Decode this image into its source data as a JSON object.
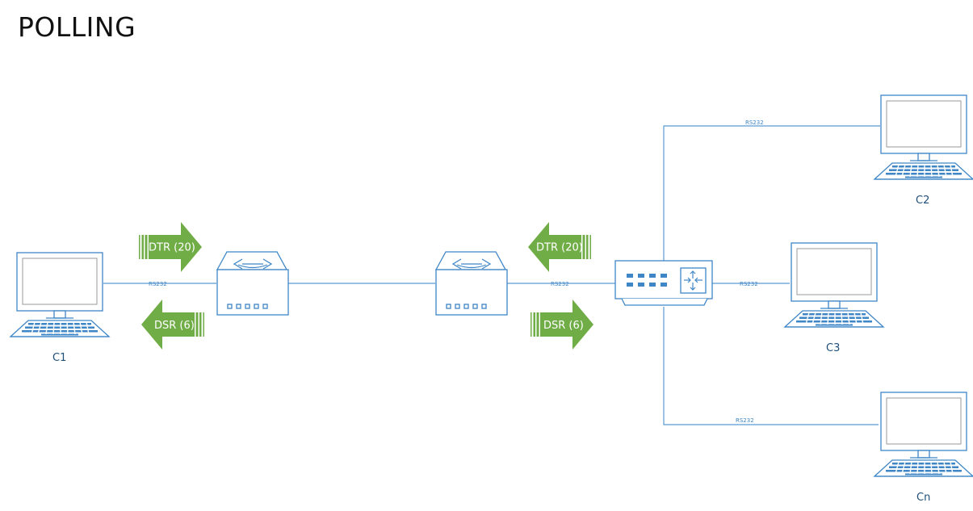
{
  "title": "POLLING",
  "colors": {
    "line": "#5b9bd5",
    "device": "#3f86c6",
    "arrow": "#70ad47",
    "text": "#1f4e79"
  },
  "computers": {
    "c1": "C1",
    "c2": "C2",
    "c3": "C3",
    "cn": "Cn"
  },
  "links": {
    "c1_modem": "RS232",
    "modem_switch": "RS232",
    "switch_c2": "RS232",
    "switch_c3": "RS232",
    "switch_cn": "RS232"
  },
  "signals": {
    "left_dtr": "DTR (20)",
    "left_dsr": "DSR (6)",
    "right_dtr": "DTR (20)",
    "right_dsr": "DSR (6)"
  },
  "icons": {
    "computer": "desktop-computer-icon",
    "modem": "modem-icon",
    "switch": "network-switch-icon",
    "arrow": "signal-arrow-icon"
  }
}
